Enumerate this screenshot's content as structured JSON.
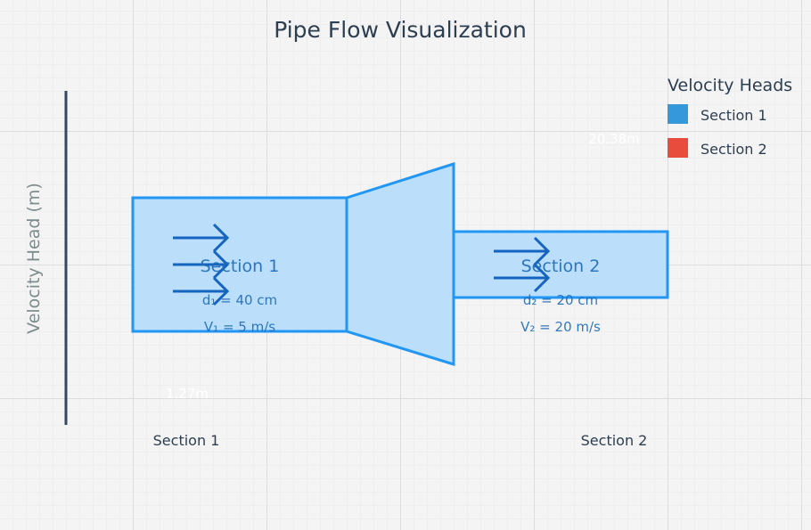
{
  "title": "Pipe Flow Visualization",
  "y_axis_label": "Velocity Head (m)",
  "legend": {
    "title": "Velocity Heads",
    "items": [
      {
        "label": "Section 1",
        "color": "#3498db"
      },
      {
        "label": "Section 2",
        "color": "#e74c3c"
      }
    ]
  },
  "bar_value_labels": [
    "1.27m",
    "20.38m"
  ],
  "x_labels": [
    "Section 1",
    "Section 2"
  ],
  "sections": [
    {
      "name": "Section 1",
      "diameter": "d₁ = 40 cm",
      "velocity": "V₁ = 5 m/s"
    },
    {
      "name": "Section 2",
      "diameter": "d₂ = 20 cm",
      "velocity": "V₂ = 20 m/s"
    }
  ],
  "colors": {
    "pipe_fill": "#bbdefb",
    "pipe_stroke": "#2196f3",
    "arrow": "#1565c0",
    "label_text": "#1e6bb8",
    "title_text": "#2c3e50",
    "axis_line": "#34495e"
  }
}
